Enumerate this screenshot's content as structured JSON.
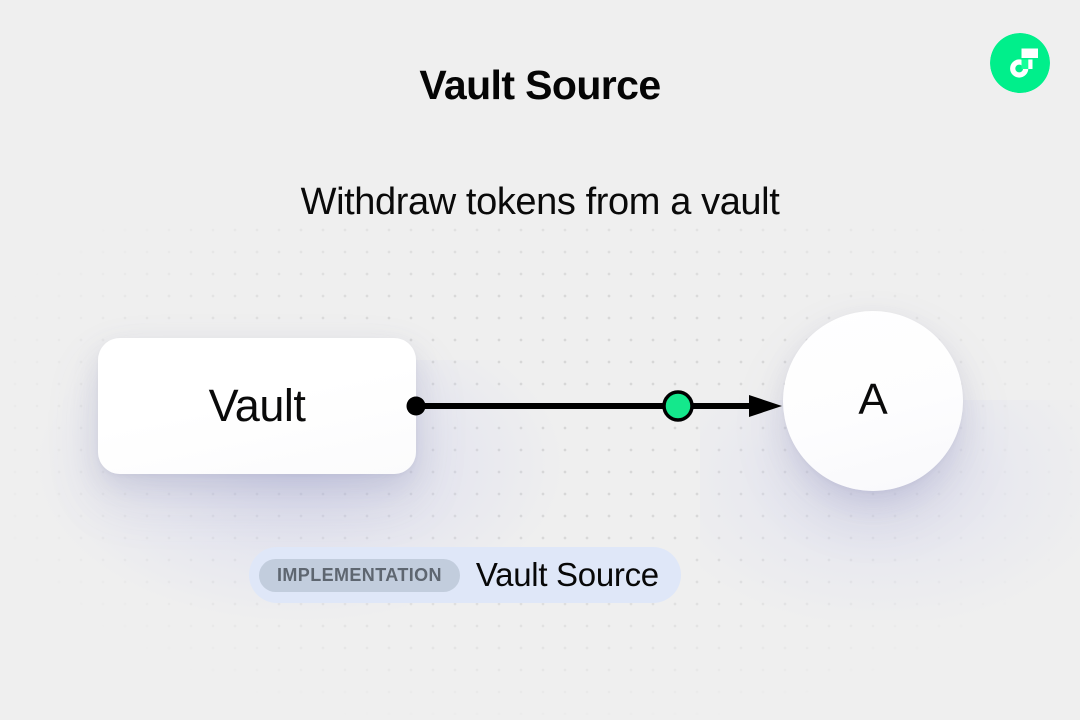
{
  "header": {
    "title": "Vault Source",
    "subtitle": "Withdraw tokens from a vault"
  },
  "brand": {
    "logo_icon": "flow-logo-icon",
    "circle_color": "#00ef8b",
    "mark_color": "#ffffff",
    "accent_color": "#16ff99"
  },
  "diagram": {
    "source_node": {
      "label": "Vault",
      "shape": "rounded-rect"
    },
    "target_node": {
      "label": "A",
      "shape": "circle"
    },
    "edge": {
      "start_handle_color": "#000000",
      "midpoint_marker_color": "#14e88c",
      "midpoint_marker_stroke": "#000000",
      "line_color": "#000000",
      "arrowhead": "triangle-right"
    }
  },
  "badge": {
    "tag_label": "IMPLEMENTATION",
    "name_label": "Vault Source",
    "container_color": "#dfe7f8",
    "tag_color": "#c2cddd"
  }
}
